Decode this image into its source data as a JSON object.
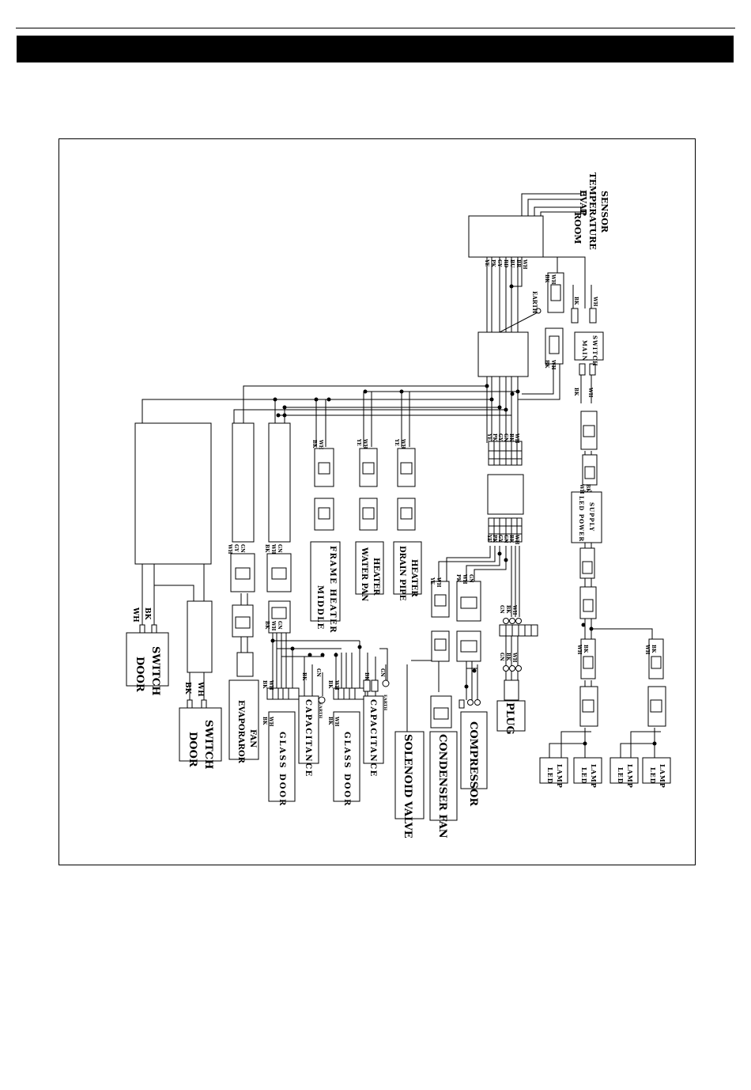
{
  "labels": {
    "evap": "EVAP",
    "temperature": "TEMPERATURE",
    "sensor": "SENSOR",
    "room": "ROOM",
    "earth": "EARTH",
    "main": "MAIN",
    "switch": "SWITCH",
    "led_power": "LED POWER",
    "supply": "SUPPLY",
    "door": "DOOR",
    "evaporator": "EVAPORAROR",
    "fan": "FAN",
    "glass_door": "GLASS DOOR",
    "capacitance": "CAPACITANCE",
    "middle": "MIDDLE",
    "frame_heater": "FRAME HEATER",
    "water_pan": "WATER PAN",
    "heater": "HEATER",
    "drain_pipe": "DRAIN PIPE",
    "solenoid_valve": "SOLENOID VALVE",
    "condenser_fan": "CONDENSER FAN",
    "compressor": "COMPRESSOR",
    "plug": "PLUG",
    "led": "LED",
    "lamp": "LAMP"
  },
  "wire_codes": {
    "wh": "WH",
    "bk": "BK",
    "gn": "GN",
    "ye": "YE",
    "pk": "PK",
    "gy": "GY",
    "rd": "RD",
    "bu": "BU",
    "br": "BR",
    "earth_small": "EARTH"
  }
}
